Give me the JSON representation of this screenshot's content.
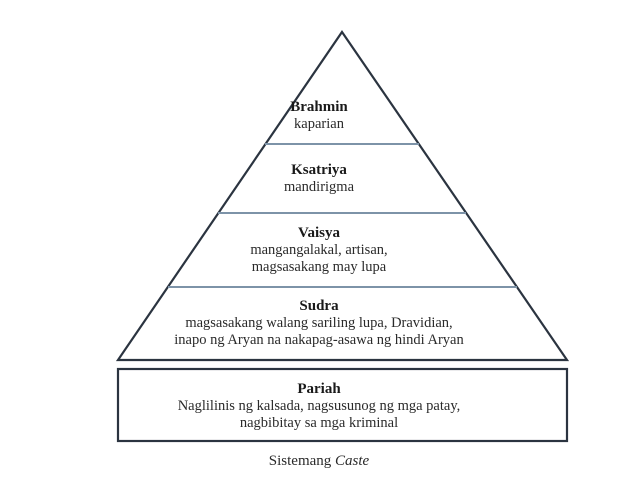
{
  "diagram": {
    "title_prefix": "Sistemang ",
    "title_italic": "Caste",
    "levels": [
      {
        "name": "Brahmin",
        "lines": [
          "kaparian"
        ]
      },
      {
        "name": "Ksatriya",
        "lines": [
          "mandirigma"
        ]
      },
      {
        "name": "Vaisya",
        "lines": [
          "mangangalakal, artisan,",
          "magsasakang may lupa"
        ]
      },
      {
        "name": "Sudra",
        "lines": [
          "magsasakang walang sariling lupa, Dravidian,",
          "inapo ng Aryan na nakapag-asawa ng hindi Aryan"
        ]
      }
    ],
    "outcast": {
      "name": "Pariah",
      "lines": [
        "Naglilinis ng kalsada, nagsusunog ng mga patay,",
        "nagbibitay sa mga kriminal"
      ]
    },
    "colors": {
      "outline": "#2b3440",
      "divider": "#7d93a8",
      "text": "#222222"
    }
  }
}
